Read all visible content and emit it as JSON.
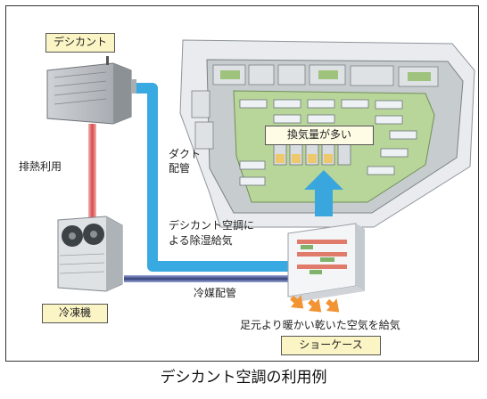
{
  "labels": {
    "desiccant_unit": "デシカント",
    "exhaust_heat": "排熱利用",
    "refrigerator": "冷凍機",
    "refrigerant_piping": "冷媒配管",
    "duct_piping_line1": "ダクト",
    "duct_piping_line2": "配管",
    "ventilation": "換気量が多い",
    "dehumid_line1": "デシカント空調に",
    "dehumid_line2": "よる除湿給気",
    "foot_warm_air": "足元より暖かい乾いた空気を給気",
    "showcase": "ショーケース"
  },
  "caption": "デシカント空調の利用例",
  "colors": {
    "duct_blue": "#39a9e1",
    "exhaust_pipe_red": "#e46d6d",
    "refrigerant_pipe_navy": "#33407a",
    "label_box": "#fbf4c4",
    "floor_green": "#b9d69a",
    "warm_arrow_orange": "#f29433"
  }
}
